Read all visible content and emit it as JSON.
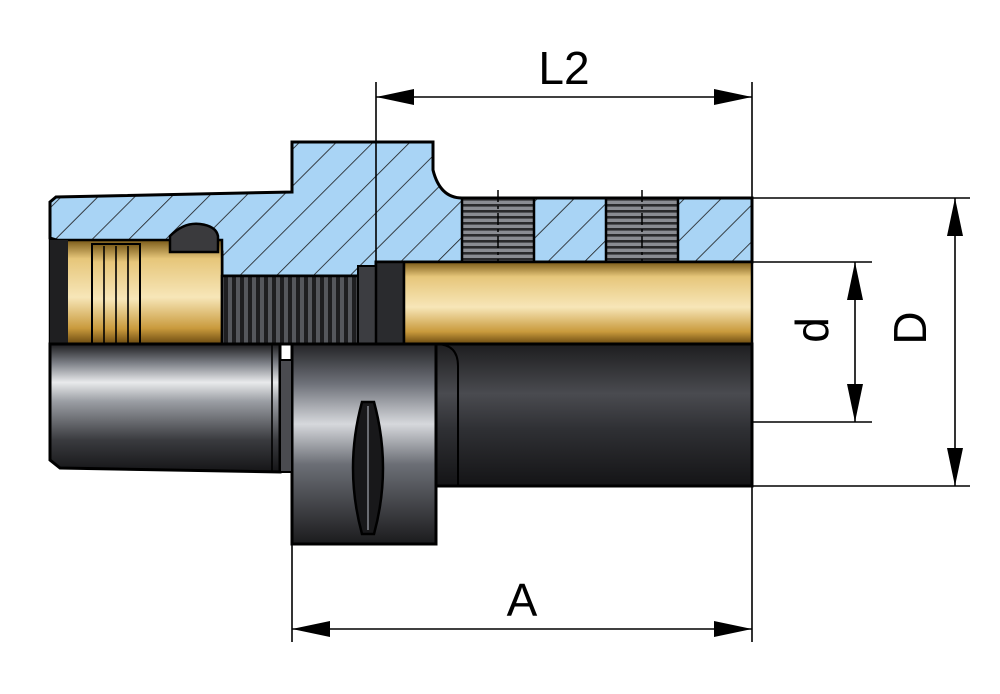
{
  "labels": {
    "l2": "L2",
    "a": "A",
    "d_small": "d",
    "d_large": "D"
  },
  "colors": {
    "section_blue": "#a9d4f5",
    "brass": "#d8b15a",
    "steel_dark": "#2b2b2e",
    "outline": "#000000"
  }
}
